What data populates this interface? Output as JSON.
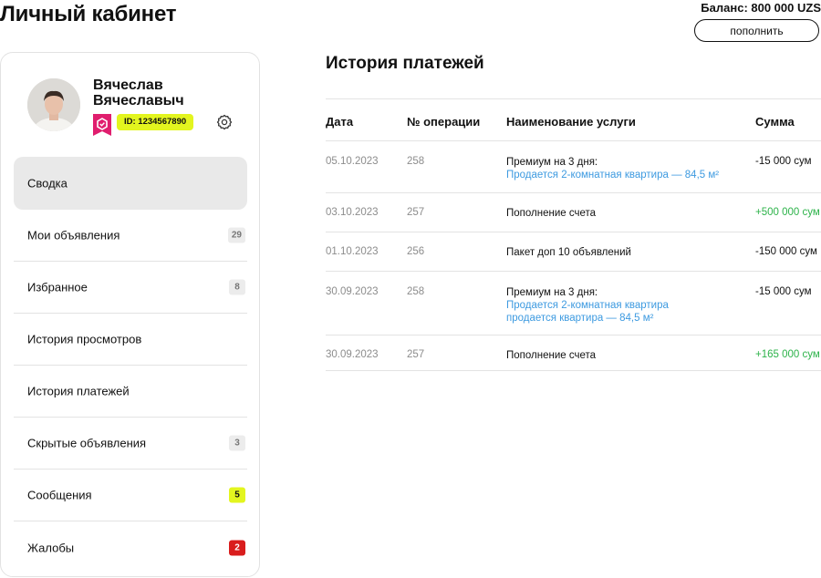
{
  "header": {
    "title": "Личный кабинет",
    "balance": "Баланс: 800 000 UZS",
    "topup_label": "пополнить"
  },
  "profile": {
    "name": "Вячеслав Вячеславыч",
    "id_badge": "ID: 1234567890",
    "verified_icon": "verified-shield-icon",
    "settings_icon": "gear-icon"
  },
  "sidebar": {
    "items": [
      {
        "label": "Сводка",
        "count": "",
        "active": true
      },
      {
        "label": "Мои объявления",
        "count": "29",
        "count_style": "gray"
      },
      {
        "label": "Избранное",
        "count": "8",
        "count_style": "gray"
      },
      {
        "label": "История просмотров",
        "count": ""
      },
      {
        "label": "История платежей",
        "count": ""
      },
      {
        "label": "Скрытые объявления",
        "count": "3",
        "count_style": "gray"
      },
      {
        "label": "Сообщения",
        "count": "5",
        "count_style": "yellow"
      },
      {
        "label": "Жалобы",
        "count": "2",
        "count_style": "red"
      }
    ]
  },
  "payments": {
    "title": "История платежей",
    "columns": [
      "Дата",
      "№ операции",
      "Наименование услуги",
      "Сумма"
    ],
    "rows": [
      {
        "date": "05.10.2023",
        "op": "258",
        "service": "Премиум на 3 дня:",
        "links": [
          "Продается 2-комнатная квартира — 84,5 м²"
        ],
        "sum": "-15 000 сум",
        "positive": false
      },
      {
        "date": "03.10.2023",
        "op": "257",
        "service": "Пополнение счета",
        "links": [],
        "sum": "+500 000 сум",
        "positive": true
      },
      {
        "date": "01.10.2023",
        "op": "256",
        "service": "Пакет доп 10 объявлений",
        "links": [],
        "sum": "-150 000 сум",
        "positive": false
      },
      {
        "date": "30.09.2023",
        "op": "258",
        "service": "Премиум на 3 дня:",
        "links": [
          "Продается 2-комнатная квартира",
          "продается квартира — 84,5 м²"
        ],
        "sum": "-15 000 сум",
        "positive": false
      },
      {
        "date": "30.09.2023",
        "op": "257",
        "service": "Пополнение счета",
        "links": [],
        "sum": "+165 000 сум",
        "positive": true
      }
    ]
  },
  "colors": {
    "accent_yellow": "#e3f51f",
    "link_blue": "#3d9ae0",
    "positive_green": "#2db34a",
    "alert_red": "#d91d1d",
    "verified_pink": "#e01e6e"
  }
}
